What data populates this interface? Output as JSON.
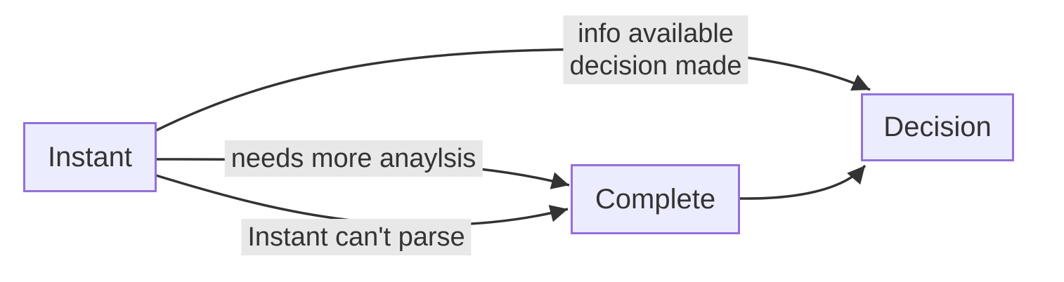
{
  "diagram": {
    "type": "flowchart",
    "direction": "left-to-right",
    "colors": {
      "background": "#ffffff",
      "node_fill": "#ECECFF",
      "node_border": "#9370DB",
      "edge_stroke": "#333333",
      "edge_label_background": "#e8e8e8",
      "text": "#333333"
    },
    "nodes": [
      {
        "id": "instant",
        "label": "Instant"
      },
      {
        "id": "complete",
        "label": "Complete"
      },
      {
        "id": "decision",
        "label": "Decision"
      }
    ],
    "edges": [
      {
        "from": "Instant",
        "to": "Decision",
        "label_lines": [
          "info available",
          "decision made"
        ]
      },
      {
        "from": "Instant",
        "to": "Complete",
        "label": "needs more anaylsis"
      },
      {
        "from": "Instant",
        "to": "Complete",
        "label": "Instant can't parse"
      },
      {
        "from": "Complete",
        "to": "Decision",
        "label": ""
      }
    ]
  }
}
